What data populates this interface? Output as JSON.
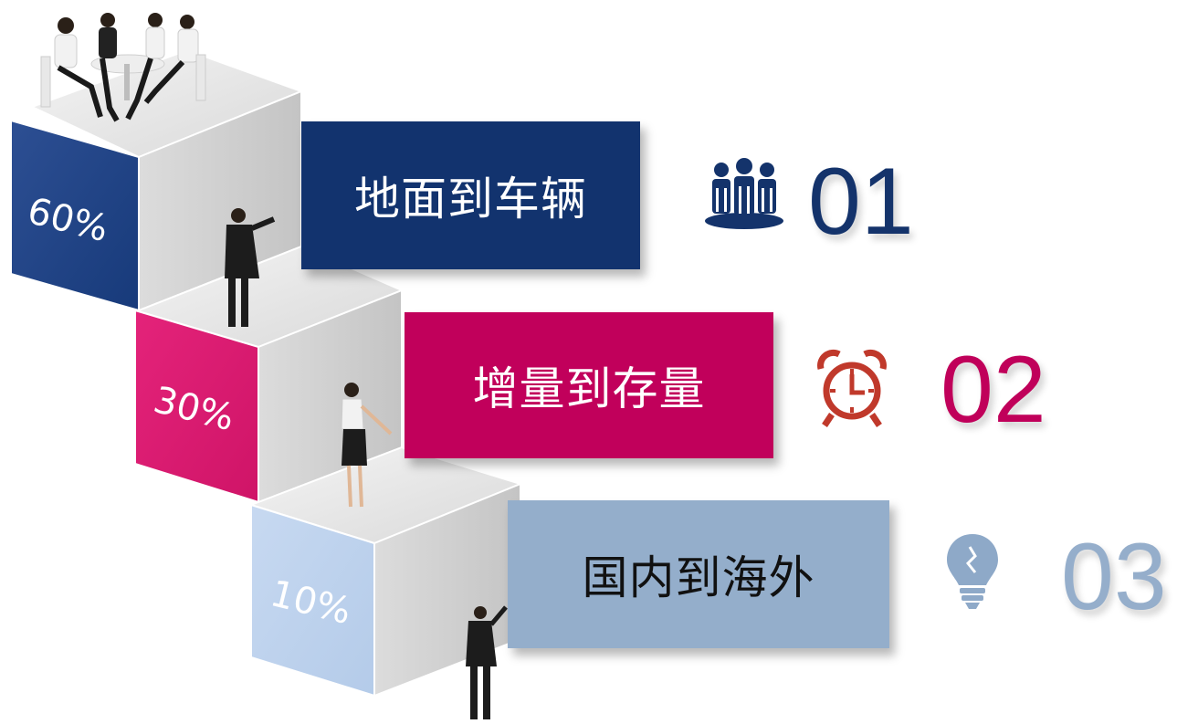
{
  "steps": [
    {
      "percent": "60%",
      "title": "地面到车辆",
      "number": "01",
      "icon": "people-icon",
      "color": "#12336e"
    },
    {
      "percent": "30%",
      "title": "增量到存量",
      "number": "02",
      "icon": "alarm-clock-icon",
      "color": "#c1005b"
    },
    {
      "percent": "10%",
      "title": "国内到海外",
      "number": "03",
      "icon": "light-bulb-icon",
      "color": "#94aecb"
    }
  ]
}
